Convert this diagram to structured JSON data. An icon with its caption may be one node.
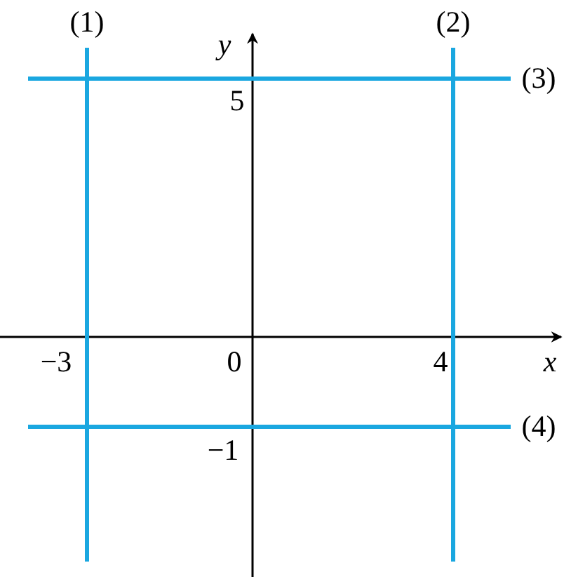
{
  "diagram": {
    "labels": [
      "(1)",
      "y",
      "(2)",
      "5",
      "(3)",
      "−3",
      "0",
      "4",
      "x",
      "(4)",
      "−1"
    ]
  }
}
